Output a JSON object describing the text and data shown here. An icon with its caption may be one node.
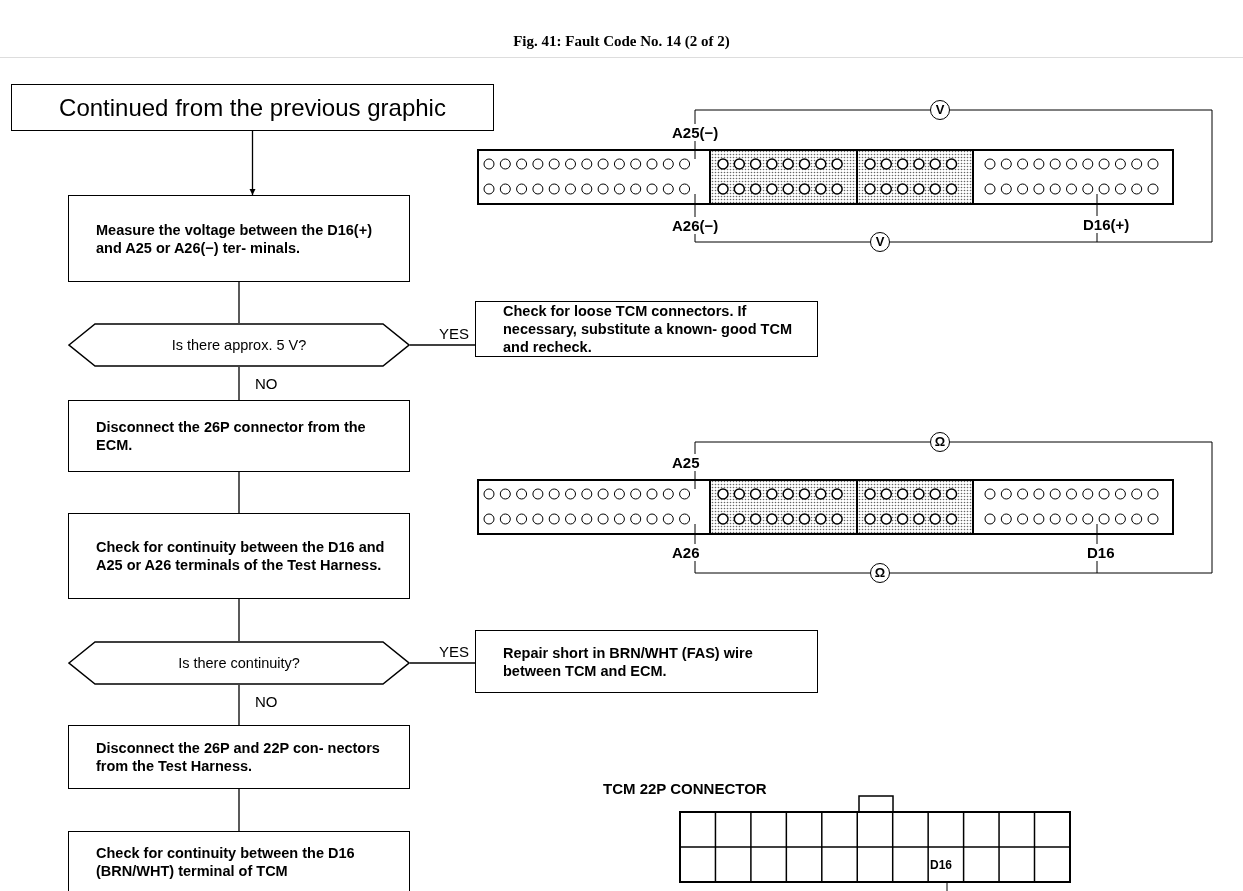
{
  "diagram": {
    "title": "Fig. 41: Fault Code No. 14 (2 of 2)",
    "nodes": [
      {
        "text": [
          "Continued from the previous graphic"
        ]
      },
      {
        "text": [
          "Measure the voltage between the D16(+) and A25 or A26(−) ter- minals."
        ]
      },
      {
        "text": [
          "Is there approx. 5 V?"
        ]
      },
      {
        "text": [
          "Check for loose TCM connectors. If necessary, substitute a known- good TCM and recheck."
        ]
      },
      {
        "text": [
          "Disconnect the 26P connector from the ECM."
        ]
      },
      {
        "text": [
          "Check for continuity between the D16 and A25 or A26 terminals of the Test Harness."
        ]
      },
      {
        "text": [
          "Is there continuity?"
        ]
      },
      {
        "text": [
          "Repair short in BRN/WHT (FAS) wire between TCM and ECM."
        ]
      },
      {
        "text": [
          "Disconnect the 26P and 22P con- nectors from the Test Harness."
        ]
      },
      {
        "text": [
          "Check for continuity between the D16 (BRN/WHT) terminal of TCM"
        ]
      }
    ],
    "edges": [
      {
        "from": 0,
        "to": 1,
        "arrow": "to"
      },
      {
        "from": 1,
        "to": 2,
        "arrow": "none"
      },
      {
        "from": 2,
        "to": 3,
        "arrow": "none",
        "label": "YES"
      },
      {
        "from": 2,
        "to": 4,
        "arrow": "none",
        "label": "NO"
      },
      {
        "from": 4,
        "to": 5,
        "arrow": "none"
      },
      {
        "from": 5,
        "to": 6,
        "arrow": "none"
      },
      {
        "from": 6,
        "to": 7,
        "arrow": "none",
        "label": "YES"
      },
      {
        "from": 6,
        "to": 8,
        "arrow": "none",
        "label": "NO"
      },
      {
        "from": 8,
        "to": 9,
        "arrow": "none"
      }
    ],
    "labels": [
      "V",
      "A25(−)",
      "A26(−)",
      "D16(+)",
      "V",
      "Ω",
      "A25",
      "A26",
      "D16",
      "Ω",
      "TCM 22P CONNECTOR",
      "D16"
    ]
  }
}
